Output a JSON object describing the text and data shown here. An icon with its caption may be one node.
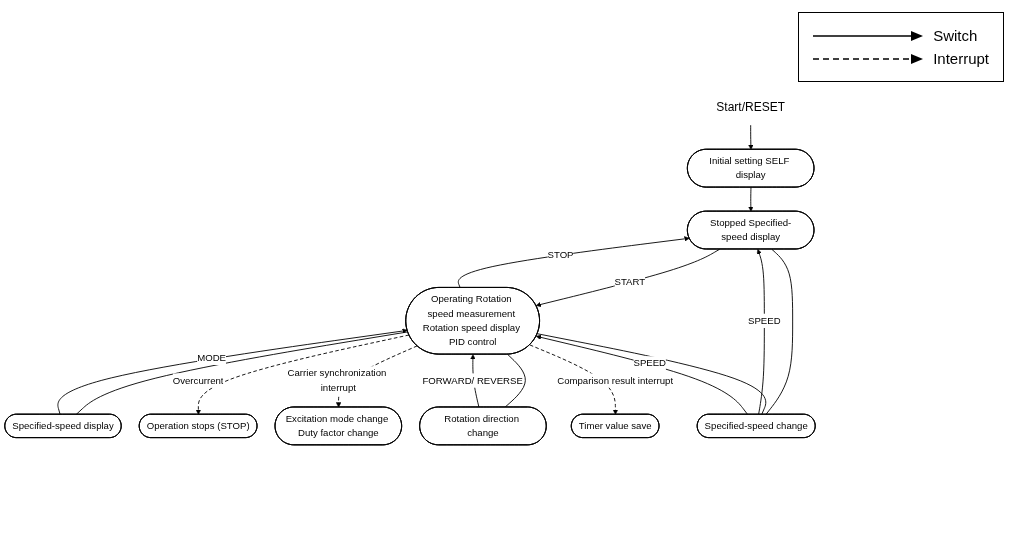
{
  "diagram": {
    "nodes": [
      {
        "text": [
          "Start/RESET"
        ]
      },
      {
        "text": [
          "Initial setting SELF display"
        ]
      },
      {
        "text": [
          "Specified-speed display"
        ]
      },
      {
        "text": [
          "Operation stops (STOP)"
        ]
      },
      {
        "text": [
          "Operating Rotation speed measurement Rotation speed display PID control"
        ]
      },
      {
        "text": [
          "Stopped Specified-speed display"
        ]
      },
      {
        "text": [
          "Excitation mode change Duty factor change"
        ]
      },
      {
        "text": [
          "Specified-speed change"
        ]
      },
      {
        "text": [
          "Rotation direction change"
        ]
      },
      {
        "text": [
          "Timer value save"
        ]
      }
    ],
    "edges": [
      {
        "from": 0,
        "to": 1,
        "arrow": "to"
      },
      {
        "from": 1,
        "to": 5,
        "arrow": "to"
      },
      {
        "from": 4,
        "to": 2,
        "arrow": "none"
      },
      {
        "from": 2,
        "to": 4,
        "arrow": "to",
        "label": "MODE"
      },
      {
        "from": 5,
        "to": 4,
        "arrow": "to",
        "label": "START"
      },
      {
        "from": 4,
        "to": 5,
        "arrow": "to",
        "label": "STOP"
      },
      {
        "from": 5,
        "to": 7,
        "arrow": "none"
      },
      {
        "from": 7,
        "to": 5,
        "arrow": "to",
        "label": "SPEED"
      },
      {
        "from": 4,
        "to": 7,
        "arrow": "none"
      },
      {
        "from": 7,
        "to": 4,
        "arrow": "to",
        "label": "SPEED"
      },
      {
        "from": 4,
        "to": 8,
        "arrow": "none"
      },
      {
        "from": 8,
        "to": 4,
        "arrow": "to",
        "label": "FORWARD/ REVERSE"
      },
      {
        "from": 4,
        "to": 3,
        "arrow": "to",
        "label": "Overcurrent",
        "style": "dashed"
      },
      {
        "from": 4,
        "to": 6,
        "arrow": "to",
        "label": "Carrier synchronization interrupt",
        "style": "dashed"
      },
      {
        "from": 4,
        "to": 9,
        "arrow": "to",
        "label": "Comparison result interrupt",
        "style": "dashed"
      }
    ],
    "legend": [
      {
        "text": "Switch"
      },
      {
        "text": "Interrupt"
      }
    ]
  }
}
